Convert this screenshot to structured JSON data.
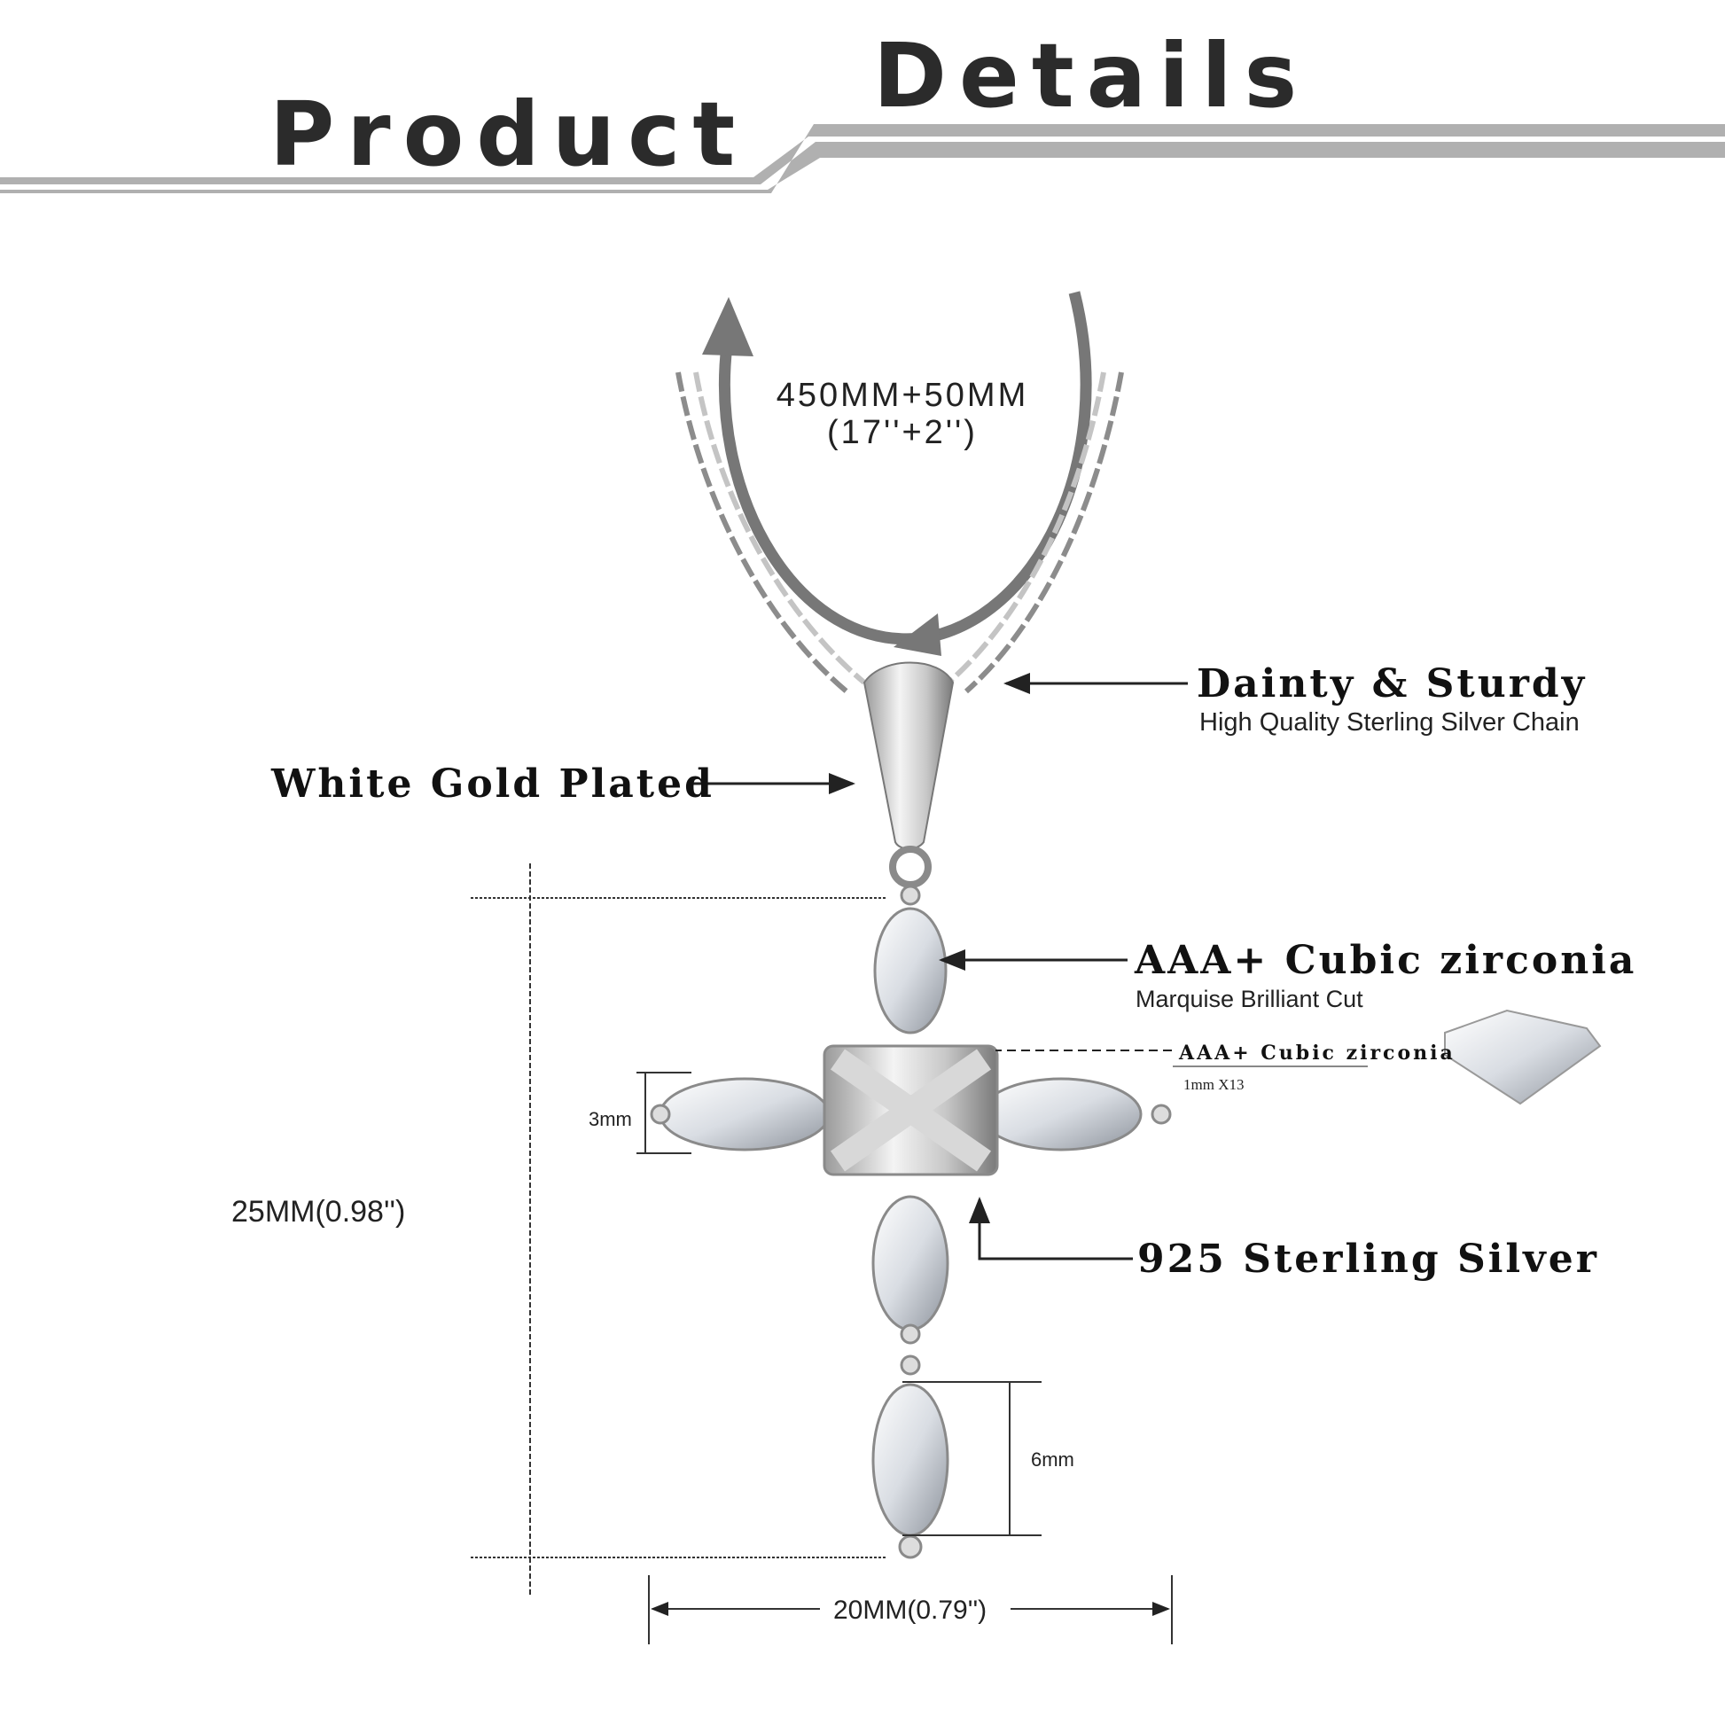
{
  "header": {
    "word1": "Product",
    "word2": "Details"
  },
  "chain": {
    "length_mm": "450MM+50MM",
    "length_in": "(17''+2'')"
  },
  "callouts": {
    "chain_title": "Dainty & Sturdy",
    "chain_sub": "High Quality Sterling Silver Chain",
    "bail": "White Gold Plated",
    "stone_title": "AAA+ Cubic zirconia",
    "stone_sub": "Marquise Brilliant Cut",
    "small_stone_title": "AAA+ Cubic zirconia",
    "small_stone_sub": "1mm X13",
    "metal": "925 Sterling Silver"
  },
  "dimensions": {
    "height": "25MM(0.98'')",
    "width": "20MM(0.79'')",
    "arm_width": "3mm",
    "stone_length": "6mm"
  },
  "colors": {
    "header_line": "#a8a8a8",
    "text": "#222222",
    "arrow": "#6e6e6e"
  }
}
